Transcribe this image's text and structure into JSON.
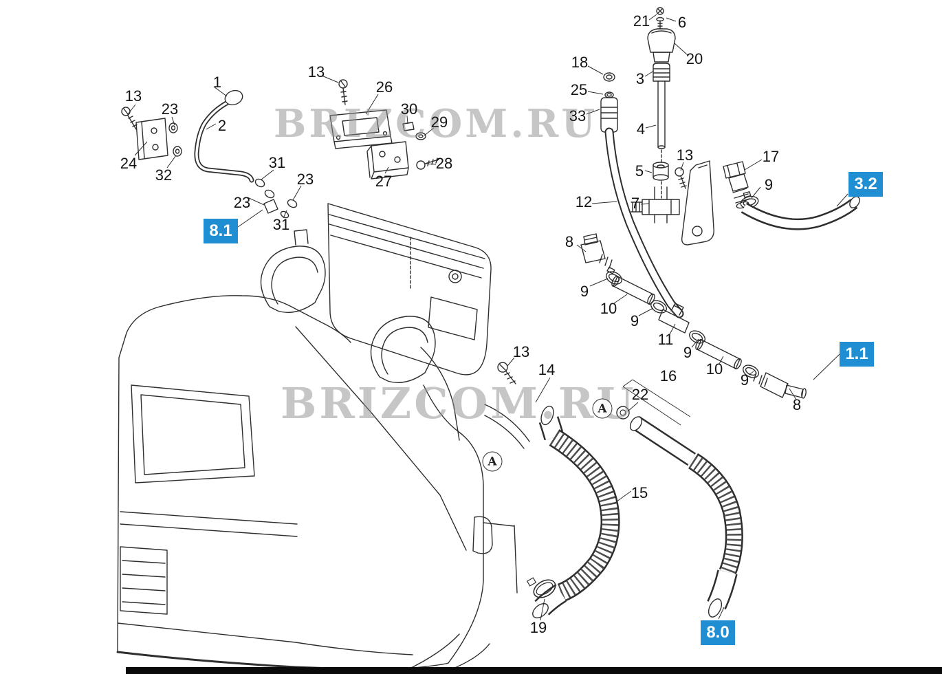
{
  "watermarks": {
    "top": "BRIZCOM.RU",
    "middle": "BRIZCOM.RU"
  },
  "reference_badges": [
    {
      "label": "8.1"
    },
    {
      "label": "3.2"
    },
    {
      "label": "1.1"
    },
    {
      "label": "8.0"
    }
  ],
  "detail_markers": [
    {
      "label": "A"
    },
    {
      "label": "A"
    }
  ],
  "part_labels": [
    {
      "number": "13"
    },
    {
      "number": "23"
    },
    {
      "number": "1"
    },
    {
      "number": "2"
    },
    {
      "number": "24"
    },
    {
      "number": "32"
    },
    {
      "number": "31"
    },
    {
      "number": "23"
    },
    {
      "number": "23"
    },
    {
      "number": "31"
    },
    {
      "number": "13"
    },
    {
      "number": "26"
    },
    {
      "number": "30"
    },
    {
      "number": "29"
    },
    {
      "number": "27"
    },
    {
      "number": "28"
    },
    {
      "number": "21"
    },
    {
      "number": "6"
    },
    {
      "number": "20"
    },
    {
      "number": "18"
    },
    {
      "number": "3"
    },
    {
      "number": "25"
    },
    {
      "number": "33"
    },
    {
      "number": "4"
    },
    {
      "number": "13"
    },
    {
      "number": "17"
    },
    {
      "number": "5"
    },
    {
      "number": "9"
    },
    {
      "number": "12"
    },
    {
      "number": "7"
    },
    {
      "number": "8"
    },
    {
      "number": "9"
    },
    {
      "number": "10"
    },
    {
      "number": "9"
    },
    {
      "number": "11"
    },
    {
      "number": "9"
    },
    {
      "number": "10"
    },
    {
      "number": "9"
    },
    {
      "number": "8"
    },
    {
      "number": "13"
    },
    {
      "number": "14"
    },
    {
      "number": "16"
    },
    {
      "number": "22"
    },
    {
      "number": "15"
    },
    {
      "number": "19"
    }
  ],
  "colors": {
    "badge_background": "#1f8ed3",
    "badge_text": "#ffffff",
    "line_color": "#2e2e2e",
    "label_text": "#141414",
    "watermark_color": "#8f8f8f"
  }
}
